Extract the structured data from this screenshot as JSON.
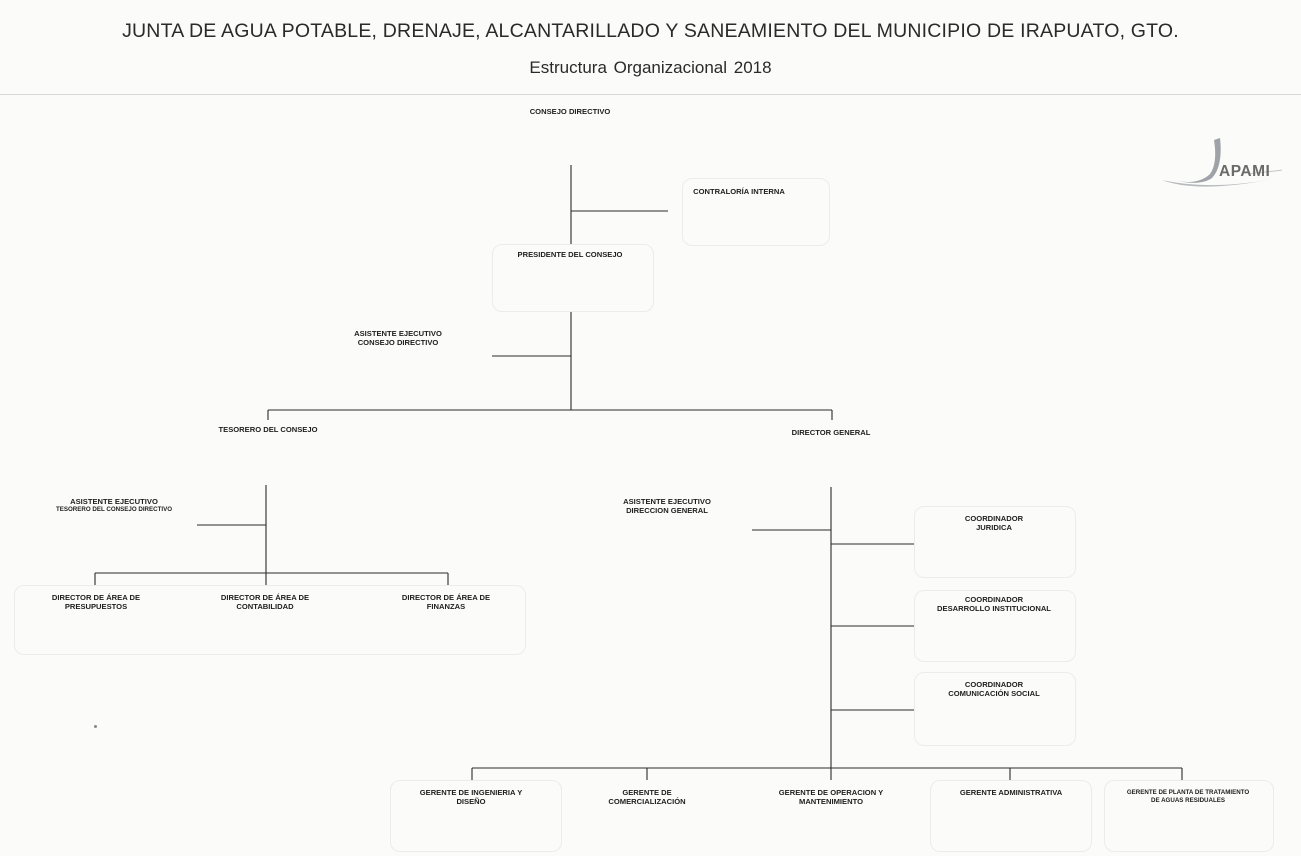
{
  "header": {
    "title": "JUNTA DE AGUA POTABLE, DRENAJE, ALCANTARILLADO Y SANEAMIENTO DEL MUNICIPIO DE IRAPUATO, GTO.",
    "subtitle": "Estructura Organizacional  2018"
  },
  "logo": {
    "text": "APAMI",
    "icon": "japami-logo-icon"
  },
  "colors": {
    "line": "#2b2b2b",
    "box_border": "#ececea",
    "logo_swoosh": "#9fa3a8"
  },
  "nodes": {
    "consejo_directivo": "CONSEJO DIRECTIVO",
    "contraloria_interna": "CONTRALORÍA INTERNA",
    "presidente_consejo": "PRESIDENTE DEL CONSEJO",
    "asistente_consejo_1": "ASISTENTE EJECUTIVO",
    "asistente_consejo_2": "CONSEJO DIRECTIVO",
    "tesorero_consejo": "TESORERO  DEL CONSEJO",
    "director_general": "DIRECTOR GENERAL",
    "asistente_tesorero_1": "ASISTENTE EJECUTIVO",
    "asistente_tesorero_2": "TESORERO DEL CONSEJO DIRECTIVO",
    "dir_presupuestos_1": "DIRECTOR DE ÁREA DE",
    "dir_presupuestos_2": "PRESUPUESTOS",
    "dir_contabilidad_1": "DIRECTOR DE ÁREA DE",
    "dir_contabilidad_2": "CONTABILIDAD",
    "dir_finanzas_1": "DIRECTOR DE ÁREA DE",
    "dir_finanzas_2": "FINANZAS",
    "asistente_direccion_1": "ASISTENTE EJECUTIVO",
    "asistente_direccion_2": "DIRECCION GENERAL",
    "coord_juridica_1": "COORDINADOR",
    "coord_juridica_2": "JURIDICA",
    "coord_desarrollo_1": "COORDINADOR",
    "coord_desarrollo_2": "DESARROLLO  INSTITUCIONAL",
    "coord_comunicacion_1": "COORDINADOR",
    "coord_comunicacion_2": "COMUNICACIÓN  SOCIAL",
    "gerente_ingenieria_1": "GERENTE  DE INGENIERIA  Y",
    "gerente_ingenieria_2": "DISEÑO",
    "gerente_comercializacion_1": "GERENTE   DE",
    "gerente_comercializacion_2": "COMERCIALIZACIÓN",
    "gerente_operacion_1": "GERENTE  DE OPERACION  Y",
    "gerente_operacion_2": "MANTENIMIENTO",
    "gerente_administrativa": "GERENTE  ADMINISTRATIVA",
    "gerente_planta_1": "GERENTE  DE PLANTA DE TRATAMIENTO",
    "gerente_planta_2": "DE AGUAS RESIDUALES"
  }
}
